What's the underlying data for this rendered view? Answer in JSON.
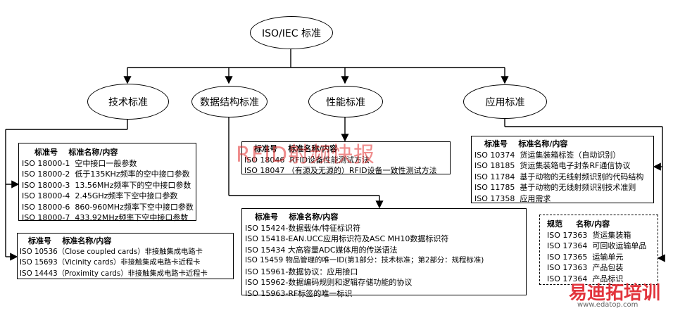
{
  "root": "ISO/IEC 标准",
  "categories": [
    "技术标准",
    "数据结构标准",
    "性能标准",
    "应用标准"
  ],
  "tech_box": {
    "header": "标准号    标准名称/内容",
    "rows": [
      "ISO 18000-1  空中接口一般参数",
      "ISO 18000-2  低于135KHz频率的空中接口参数",
      "ISO 18000-3  13.56MHz频率下的空中接口参数",
      "ISO 18000-4  2.45GHz频率下空中接口参数",
      "ISO 18000-6  860-960MHz频率下空中接口参数",
      "ISO 18000-7  433.92MHz频率下空中接口参数"
    ]
  },
  "card_box": {
    "header": "标准号    标准名称/内容",
    "rows": [
      "ISO 10536（Close coupled cards）非接触集成电路卡",
      "ISO 15693（Vicinity cards）非接触集成电路卡近程卡",
      "ISO 14443（Proximity cards）非接触集成电路卡近程卡"
    ]
  },
  "perf_box": {
    "header": "标准号    标准名称/内容",
    "rows": [
      "ISO 18046  RFID设备性能测试方法",
      "ISO 18047 （有源及无源的）RFID设备一致性测试方法"
    ]
  },
  "data_box": {
    "header": "标准号    标准名称/内容",
    "rows": [
      "ISO 15424-数据载体/特征标识符",
      "ISO 15418-EAN.UCC应用标识符及ASC MH10数据标识符",
      "ISO 15434 大高容量ADC媒体用的传送语法",
      "ISO 15459 物品管理的唯一ID(第1部分：技术标准；第2部分：规程标准)",
      "ISO 15961-数据协议：应用接口",
      "ISO 15962-数据编码规则和逻辑存储功能的协议",
      "ISO 15963-RF标签的唯一标识"
    ]
  },
  "app_box": {
    "header": "标准号    标准名称/内容",
    "rows": [
      "ISO 10374  货运集装箱标签（自动识别）",
      "ISO 18185  货运集装箱电子封条RF通信协议",
      "ISO 11784  基于动物的无线射频识别的代码结构",
      "ISO 11785  基于动物的无线射频识别技术准则",
      "ISO 17358  应用需求"
    ]
  },
  "spec_box": {
    "header": "规范     名称/内容",
    "rows": [
      "ISO 17363  货运集装箱",
      "ISO 17364  可回收运输单品",
      "ISO 17365  运输单元",
      "ISO 17363  产品包装",
      "ISO 17364  产品标识"
    ]
  },
  "watermarks": {
    "center": "RFID射频快报",
    "logo": "易迪拓培训",
    "url": "www.edatop.com"
  },
  "colors": {
    "line": "#000000",
    "watermark_red": "#e23030"
  }
}
